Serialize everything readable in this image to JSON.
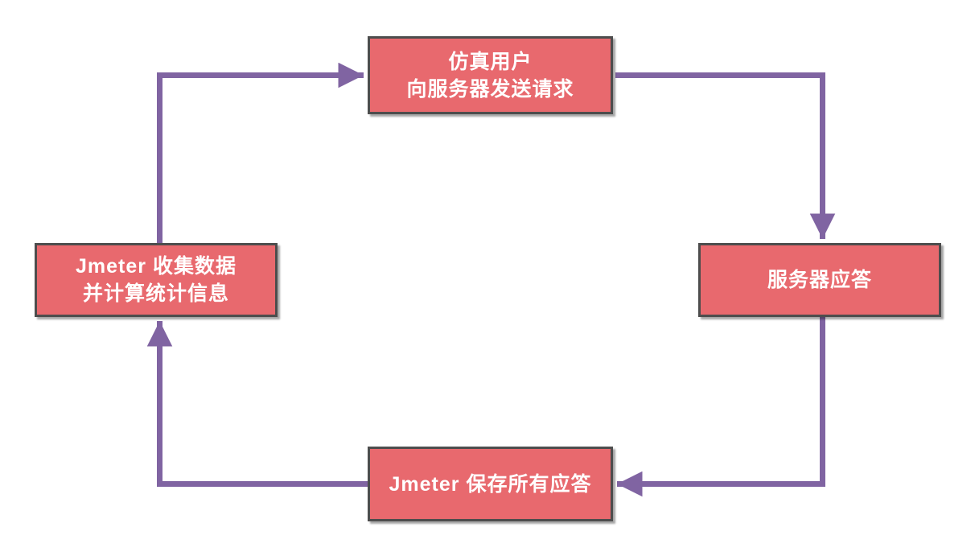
{
  "diagram": {
    "description": "Jmeter load-testing workflow cycle",
    "nodes": {
      "top": {
        "line1": "仿真用户",
        "line2": "向服务器发送请求"
      },
      "right": {
        "line1": "服务器应答"
      },
      "bottom": {
        "line1": "Jmeter 保存所有应答"
      },
      "left": {
        "line1": "Jmeter 收集数据",
        "line2": "并计算统计信息"
      }
    },
    "edges": [
      {
        "from": "left",
        "to": "top"
      },
      {
        "from": "top",
        "to": "right"
      },
      {
        "from": "right",
        "to": "bottom"
      },
      {
        "from": "bottom",
        "to": "left"
      }
    ],
    "colors": {
      "node_fill": "#E8696E",
      "node_border": "#4D4D4D",
      "node_text": "#FFFFFF",
      "arrow": "#8064A2",
      "background": "#FFFFFF"
    }
  }
}
